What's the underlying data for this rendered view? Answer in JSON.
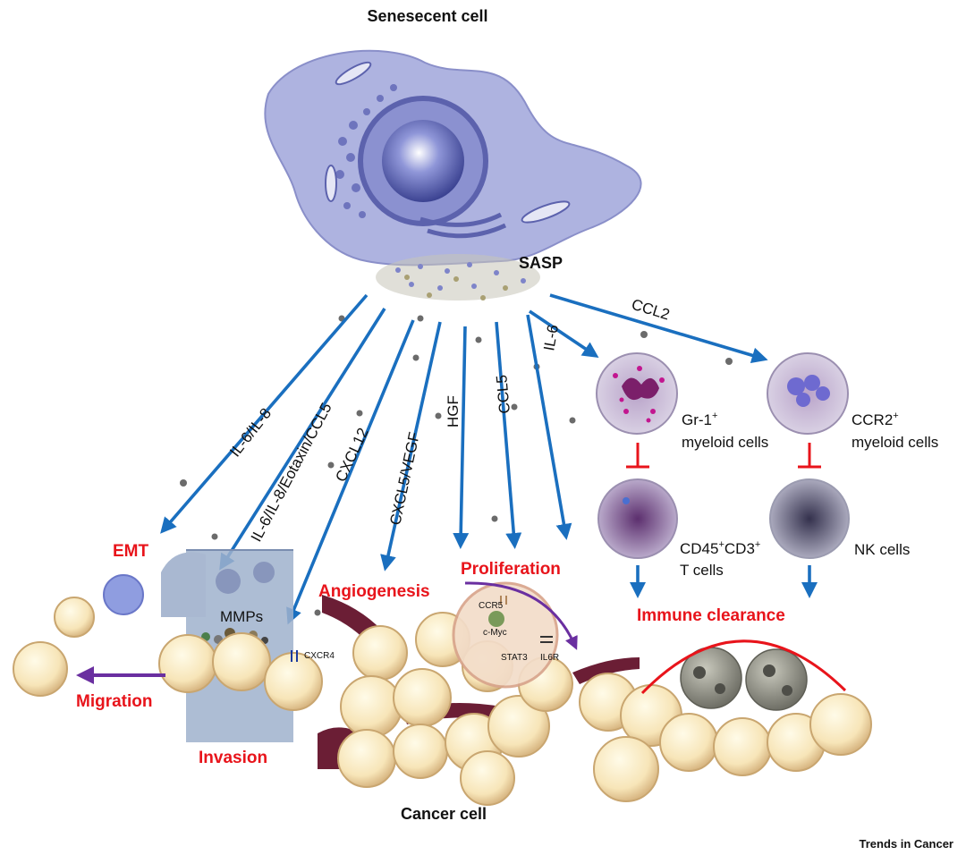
{
  "title": "Senesecent cell",
  "sasp_label": "SASP",
  "bottom_label": "Cancer cell",
  "journal": "Trends in Cancer",
  "factors": {
    "f1": "IL-6/IL-8",
    "f2": "IL-6/IL-8/Eotaxin/CCL5",
    "f3": "CXCL12",
    "f4": "CXCL5/VEGF",
    "f5": "HGF",
    "f6": "CCL5",
    "f7": "IL-6",
    "f8": "CCL2"
  },
  "outcomes": {
    "emt": "EMT",
    "migration": "Migration",
    "invasion": "Invasion",
    "angiogenesis": "Angiogenesis",
    "proliferation": "Proliferation",
    "immune": "Immune clearance"
  },
  "immune_cells": {
    "gr1_a": "Gr-1",
    "gr1_sup": "+",
    "gr1_b": "myeloid cells",
    "ccr2_a": "CCR2",
    "ccr2_sup": "+",
    "ccr2_b": "myeloid cells",
    "cd45_a": "CD45",
    "cd45_sup1": "+",
    "cd45_b": "CD3",
    "cd45_sup2": "+",
    "cd45_c": "T cells",
    "nk": "NK cells"
  },
  "molecules": {
    "mmps": "MMPs",
    "cxcr4": "CXCR4",
    "ccr5": "CCR5",
    "cmyc": "c-Myc",
    "stat3": "STAT3",
    "il6r": "IL6R"
  }
}
